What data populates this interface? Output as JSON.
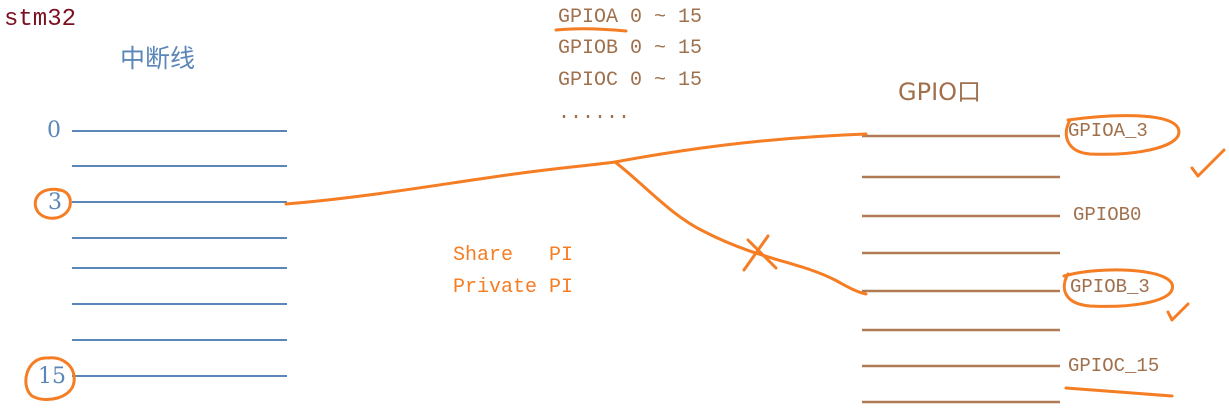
{
  "header": {
    "title": "stm32"
  },
  "left": {
    "title": "中断线",
    "labels": [
      "0",
      "3",
      "15"
    ]
  },
  "gpio_list": [
    "GPIOA 0 ~ 15",
    "GPIOB 0 ~ 15",
    "GPIOC 0 ~ 15",
    "......"
  ],
  "right": {
    "title": "GPIO口",
    "labels": [
      "GPIOA_3",
      "GPIOB0",
      "GPIOB_3",
      "GPIOC_15"
    ]
  },
  "middle": {
    "lines": [
      "Share   PI",
      "Private PI"
    ]
  },
  "colors": {
    "title": "#7b1020",
    "blue_text": "#5b86b8",
    "blue_line": "#5b86b8",
    "brown_text": "#a0704c",
    "brown_line": "#b07a55",
    "orange": "#f57d24"
  }
}
